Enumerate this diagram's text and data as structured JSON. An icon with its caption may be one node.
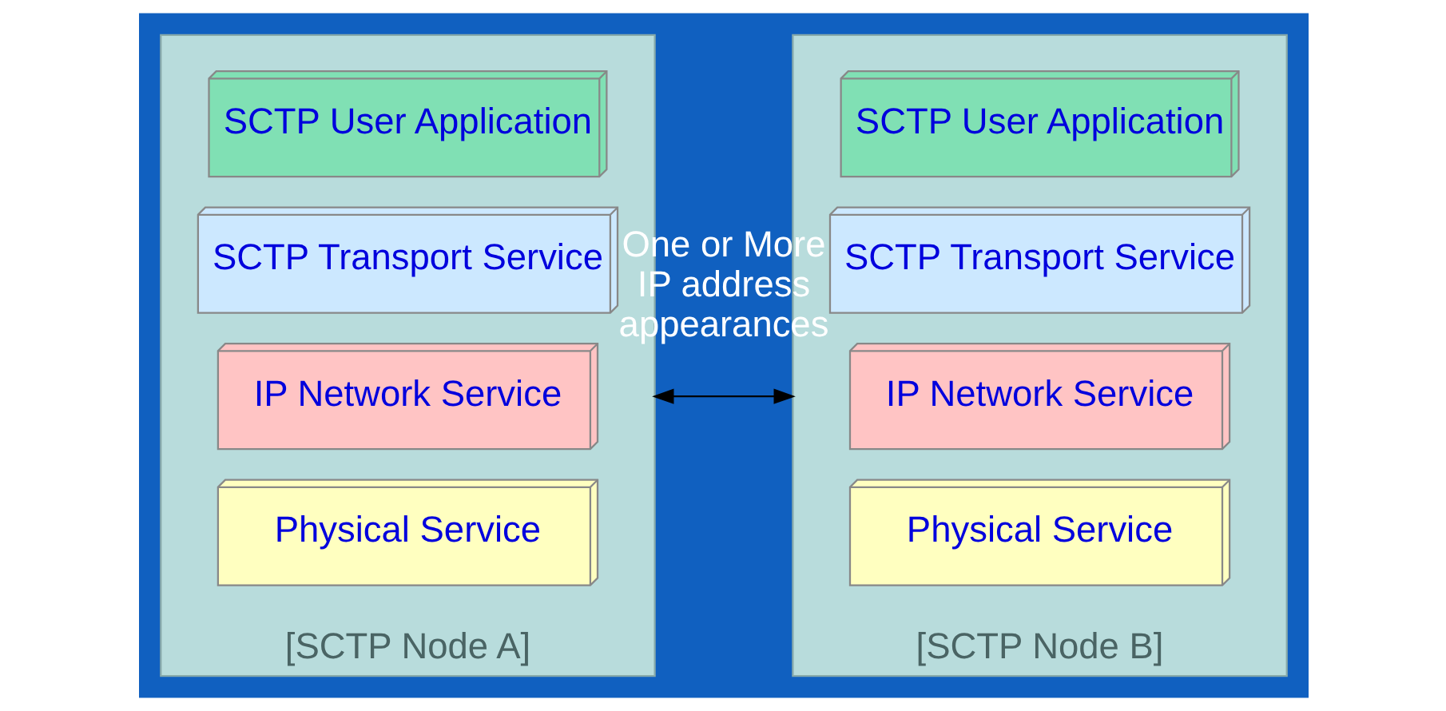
{
  "diagram": {
    "nodes": [
      {
        "text": [
          "[SCTP Node A]"
        ]
      },
      {
        "text": [
          "SCTP User Application"
        ],
        "in": 0
      },
      {
        "text": [
          "SCTP Transport Service"
        ],
        "in": 0
      },
      {
        "text": [
          "IP Network Service"
        ],
        "in": 0
      },
      {
        "text": [
          "Physical Service"
        ],
        "in": 0
      },
      {
        "text": [
          "[SCTP Node B]"
        ]
      },
      {
        "text": [
          "SCTP User Application"
        ],
        "in": 5
      },
      {
        "text": [
          "SCTP Transport Service"
        ],
        "in": 5
      },
      {
        "text": [
          "IP Network Service"
        ],
        "in": 5
      },
      {
        "text": [
          "Physical Service"
        ],
        "in": 5
      }
    ],
    "edges": [
      {
        "from": 0,
        "to": 5,
        "arrow": "both",
        "label": "One or More IP address appearances"
      }
    ]
  }
}
